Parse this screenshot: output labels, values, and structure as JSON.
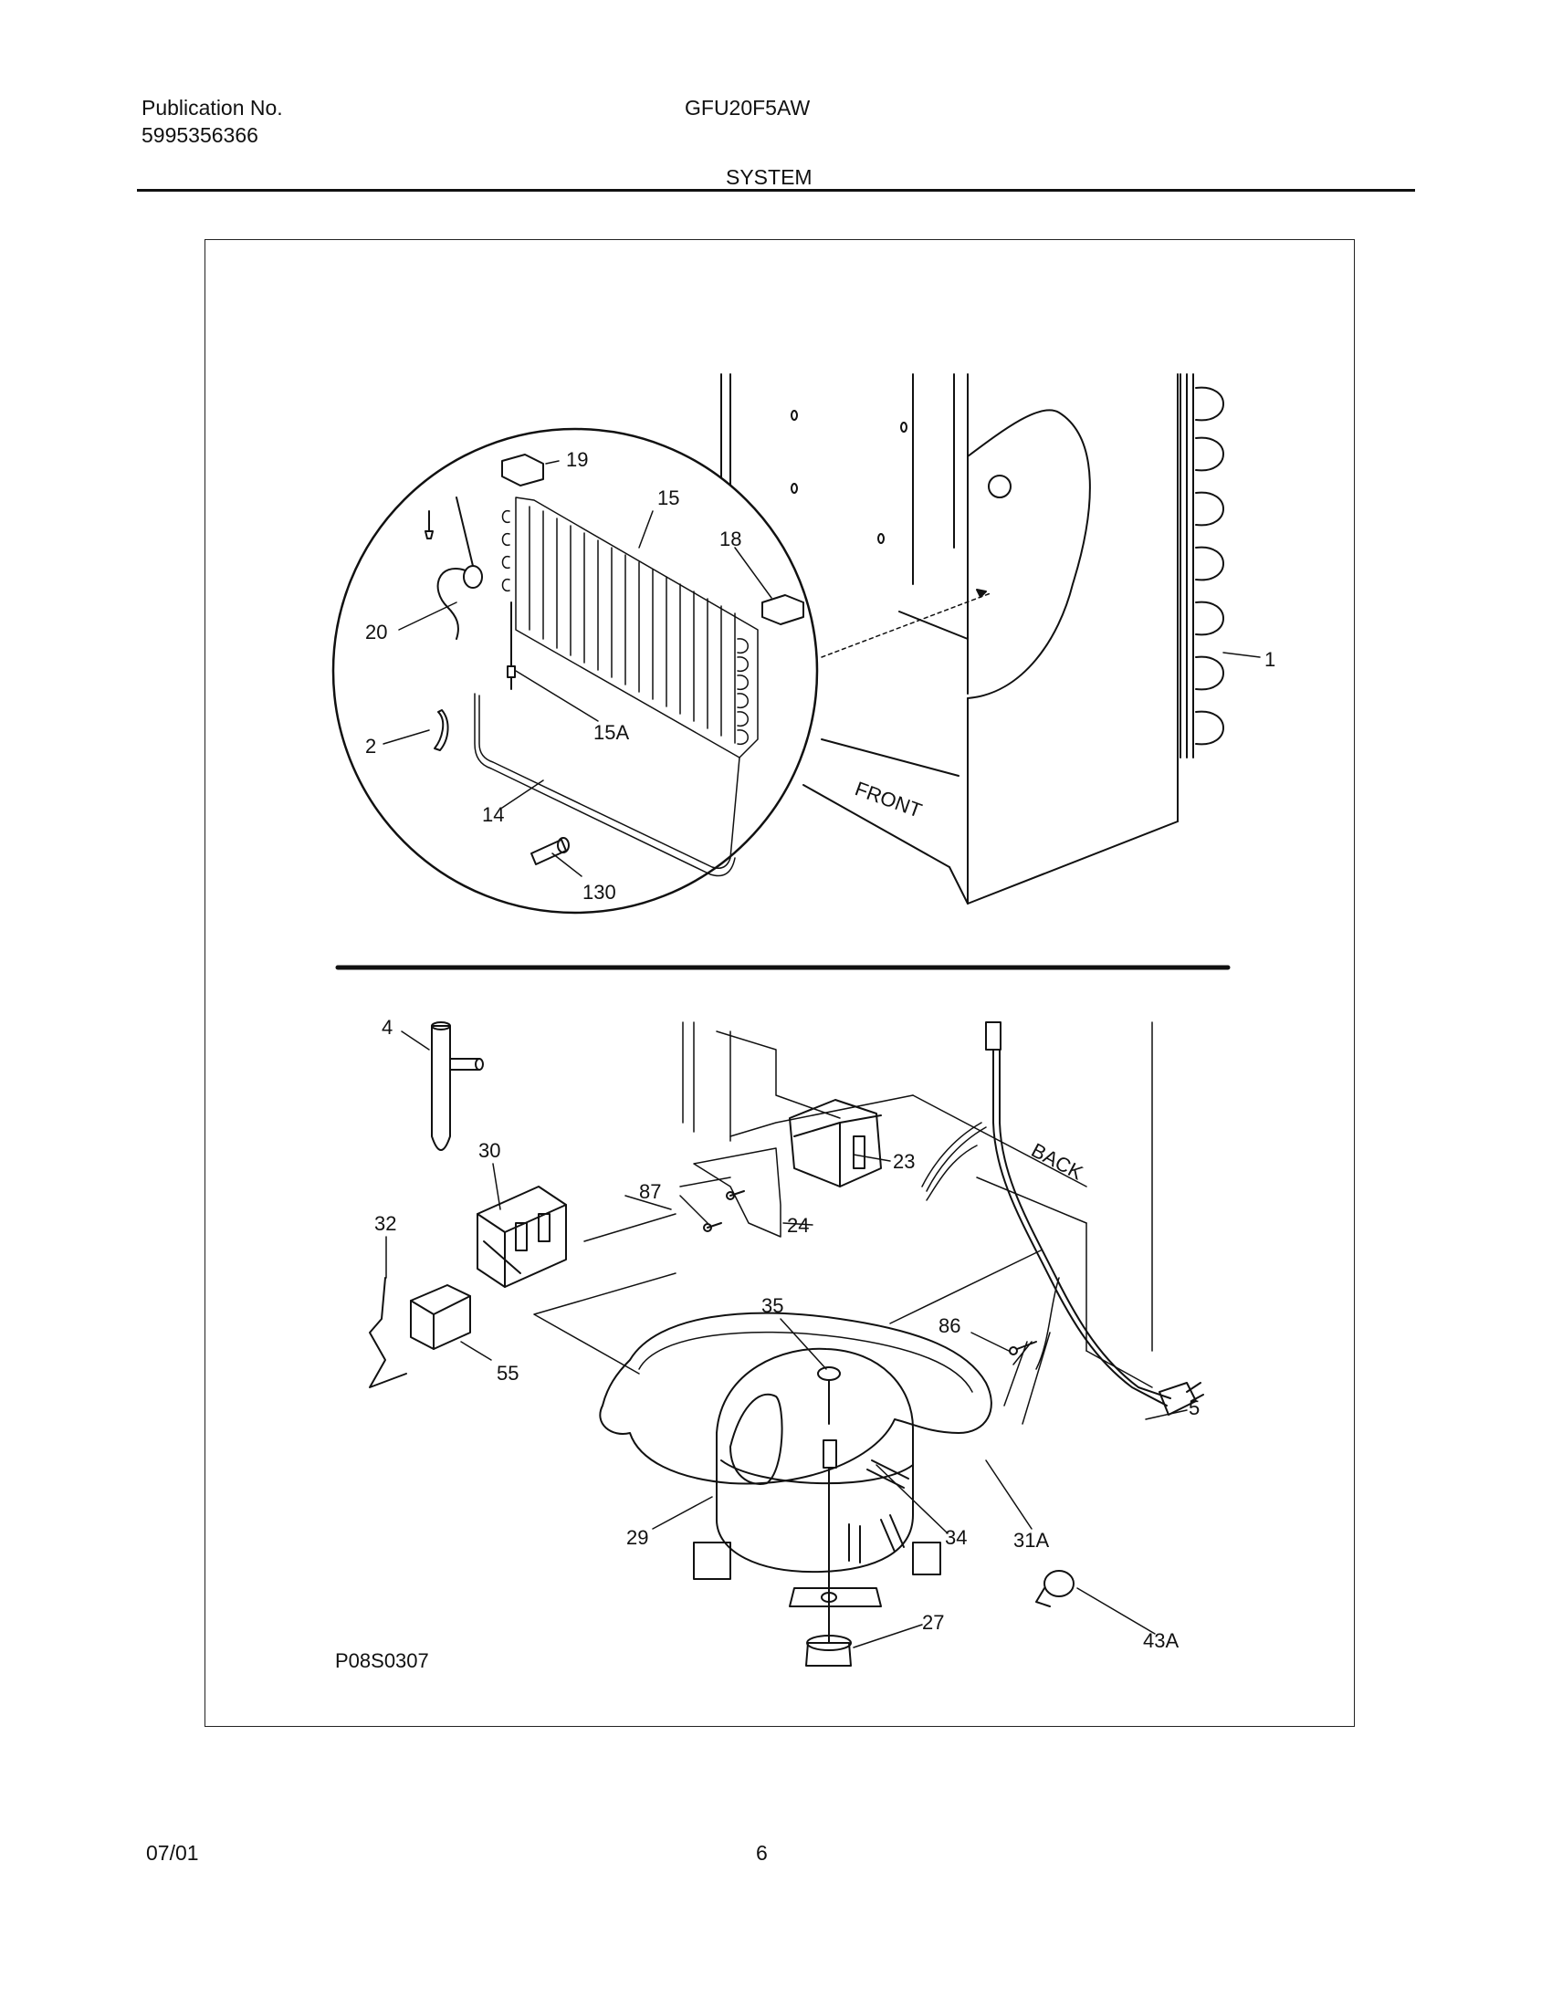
{
  "header": {
    "publication_label": "Publication No.",
    "publication_number": "5995356366",
    "model": "GFU20F5AW",
    "section": "SYSTEM"
  },
  "diagram": {
    "figure_code": "P08S0307",
    "labels": {
      "front": "FRONT",
      "back": "BACK"
    },
    "callouts": {
      "p19": "19",
      "p15": "15",
      "p18": "18",
      "p20": "20",
      "p15a": "15A",
      "p2": "2",
      "p14": "14",
      "p130": "130",
      "p1": "1",
      "p4": "4",
      "p30": "30",
      "p87": "87",
      "p23": "23",
      "p24": "24",
      "p32": "32",
      "p35": "35",
      "p86": "86",
      "p55": "55",
      "p5": "5",
      "p29": "29",
      "p34": "34",
      "p31a": "31A",
      "p27": "27",
      "p43a": "43A"
    }
  },
  "footer": {
    "date": "07/01",
    "page_number": "6"
  }
}
